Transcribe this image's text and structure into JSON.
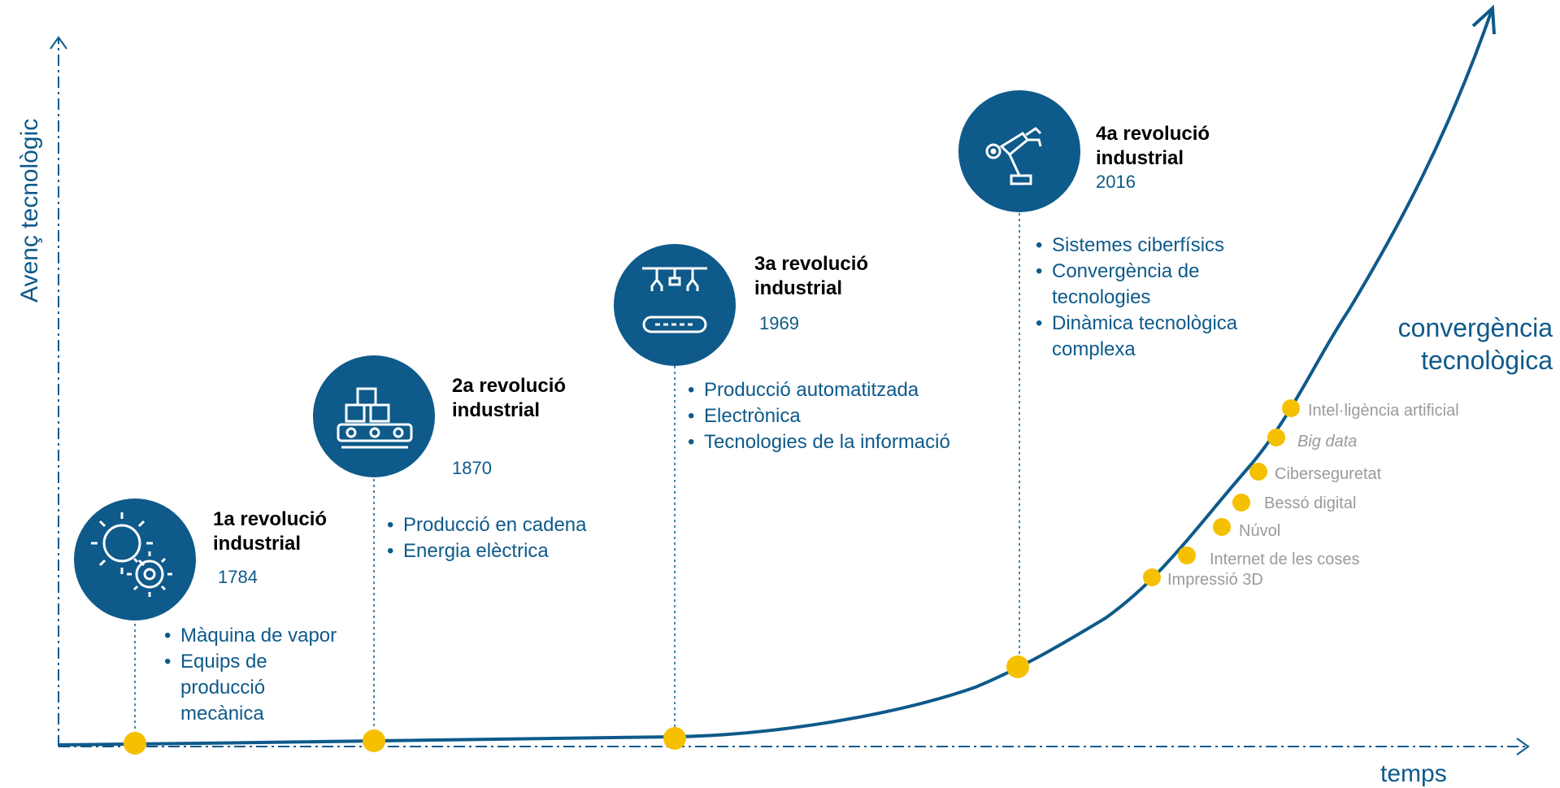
{
  "axes": {
    "y_label": "Avenç tecnològic",
    "x_label": "temps"
  },
  "revolutions": [
    {
      "heading": "1a revolució industrial",
      "year": "1784",
      "icon": "gears-icon",
      "bullets": [
        "Màquina de vapor",
        "Equips de",
        "producció",
        "mecànica"
      ]
    },
    {
      "heading": "2a revolució industrial",
      "year": "1870",
      "icon": "assembly-line-icon",
      "bullets": [
        "Producció en cadena",
        "Energia elèctrica"
      ]
    },
    {
      "heading": "3a revolució industrial",
      "year": "1969",
      "icon": "robotic-conveyor-icon",
      "bullets": [
        "Producció automatitzada",
        "Electrònica",
        "Tecnologies de la informació"
      ]
    },
    {
      "heading": "4a revolució industrial",
      "year": "2016",
      "icon": "robot-arm-icon",
      "bullets": [
        "Sistemes ciberfísics",
        "Convergència de",
        "tecnologies",
        "Dinàmica tecnològica",
        "complexa"
      ]
    }
  ],
  "convergence_label": "convergència tecnològica",
  "technologies": [
    {
      "label": "Impressió 3D",
      "italic": false
    },
    {
      "label": "Internet de les coses",
      "italic": false
    },
    {
      "label": "Núvol",
      "italic": false
    },
    {
      "label": "Bessó digital",
      "italic": false
    },
    {
      "label": "Ciberseguretat",
      "italic": false
    },
    {
      "label": "Big data",
      "italic": true
    },
    {
      "label": "Intel·ligència artificial",
      "italic": false
    }
  ],
  "colors": {
    "primary": "#0e5a8a",
    "marker": "#f5c000",
    "tech_text": "#9a9a9a",
    "heading_text": "#000000"
  }
}
